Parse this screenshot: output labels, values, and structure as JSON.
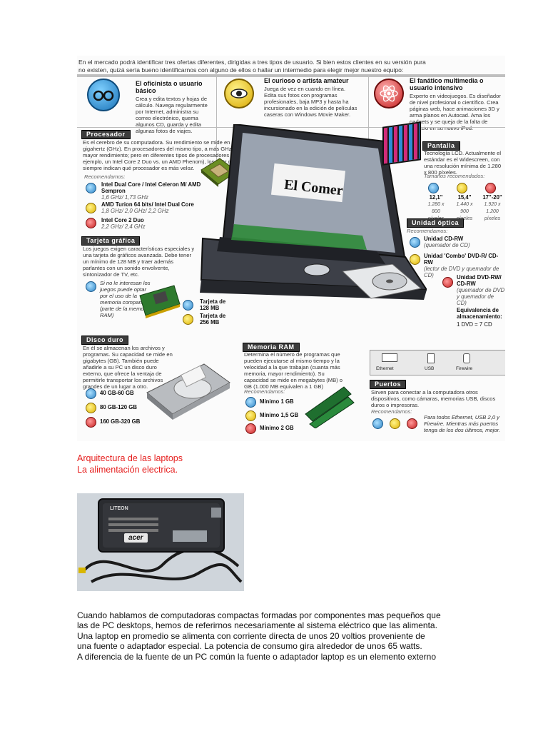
{
  "infographic": {
    "intro_lines": [
      "En el mercado podrá identificar tres ofertas diferentes, dirigidas a tres tipos de usuario. Si bien estos clientes en su versión pura",
      "no existen, quizá sería bueno identificarnos con alguno de ellos o hallar un intermedio para elegir mejor nuestro equipo:"
    ],
    "users": [
      {
        "title": "El oficinista o usuario básico",
        "desc": "Crea y edita textos y hojas de cálculo. Navega regularmente por Internet, administra su correo electrónico, quema algunos CD, guarda y edita algunas fotos de viajes."
      },
      {
        "title": "El curioso o artista amateur",
        "desc": "Juega de vez en cuando en línea. Edita sus fotos con programas profesionales, baja MP3 y hasta ha incursionado en la edición de películas caseras con Windows Movie Maker."
      },
      {
        "title": "El fanático multimedia o usuario intensivo",
        "desc": "Experto en videojuegos. Es diseñador de nivel profesional o científico. Crea páginas web, hace animaciones 3D y arma planos en Autocad. Ama los gadgets y se queja de la falta de espacio en su nuevo iPod."
      }
    ],
    "procesador": {
      "header": "Procesador",
      "text": "Es el cerebro de su computadora. Su rendimiento se mide en gigahertz (GHz). En procesadores del mismo tipo, a más GHz, mayor rendimiento; pero en diferentes tipos de procesadores (por ejemplo, un Intel Core 2 Duo vs. un AMD Phenom), los GHz no siempre indican qué procesador es más veloz.",
      "rec_label": "Recomendamos:",
      "options": [
        {
          "name": "Intel Dual Core / Intel Celeron M/ AMD Sempron",
          "spec": "1,6 GHz/ 1,73 GHz"
        },
        {
          "name": "AMD Turion 64 bits/ Intel Dual Core",
          "spec": "1,8 GHz/ 2,0 GHz/ 2,2 GHz"
        },
        {
          "name": "Intel Core 2 Duo",
          "spec": "2,2 GHz/ 2,4 GHz"
        }
      ]
    },
    "grafica": {
      "header": "Tarjeta gráfica",
      "text": "Los juegos exigen características especiales y una tarjeta de gráficos avanzada. Debe tener un mínimo de 128 MB y traer además parlantes con un sonido envolvente, sintonizador de TV, etc.",
      "note": "Si no le interesan los juegos puede optar por el uso de la memoria compartida (parte de la memoria RAM)",
      "options": [
        "Tarjeta de 128 MB",
        "Tarjeta de 256 MB"
      ]
    },
    "disco": {
      "header": "Disco duro",
      "text": "En él se almacenan los archivos y programas. Su capacidad se mide en gigabytes (GB). También puede añadirle a su PC un disco duro externo, que ofrece la ventaja de permitirle transportar los archivos grandes de un lugar a otro.",
      "options": [
        "40 GB-60 GB",
        "80 GB-120 GB",
        "160 GB-320 GB"
      ]
    },
    "memoria": {
      "header": "Memoria RAM",
      "text": "Determina el número de programas que pueden ejecutarse al mismo tiempo y la velocidad a la que trabajan (cuanta más memoria, mayor rendimiento). Su capacidad se mide en megabytes (MB) o GB (1.000 MB equivalen a 1 GB)",
      "rec_label": "Recomendamos:",
      "options": [
        "Mínimo 1 GB",
        "Mínimo 1,5 GB",
        "Mínimo 2 GB"
      ]
    },
    "pantalla": {
      "header": "Pantalla",
      "text": "Tecnología LCD. Actualmente el estándar es el Widescreen, con una resolución mínima de 1.280 x 800 píxeles.",
      "sizes_label": "Tamaños recomendados:",
      "sizes": [
        {
          "size": "12,1\"",
          "res": "1.280 x 800 píxeles"
        },
        {
          "size": "15,4\"",
          "res": "1.440 x 900 píxeles"
        },
        {
          "size": "17\"-20\"",
          "res": "1.920 x 1.200 píxeles"
        }
      ]
    },
    "optica": {
      "header": "Unidad óptica",
      "rec_label": "Recomendamos:",
      "options": [
        {
          "name": "Unidad CD-RW",
          "detail": "(quemador de CD)"
        },
        {
          "name": "Unidad 'Combo' DVD-R/ CD-RW",
          "detail": "(lector de DVD y quemador de CD)"
        },
        {
          "name": "Unidad DVD-RW/ CD-RW",
          "detail": "(quemador de DVD y quemador de CD)"
        }
      ],
      "equiv_label": "Equivalencia de almacenamiento:",
      "equiv_value": "1 DVD = 7 CD"
    },
    "puertos": {
      "header": "Puertos",
      "port_labels": [
        "Ethernet",
        "USB",
        "Firewire"
      ],
      "text": "Sirven para conectar a la computadora otros dispositivos, como cámaras, memorias USB, discos duros o impresoras.",
      "rec_label": "Recomendamos:",
      "note": "Para todos Ethernet, USB 2,0 y Firewire. Mientras más puertos tenga de los dos últimos, mejor."
    },
    "screen_logo": "El Comer"
  },
  "headings": [
    "Arquitectura de las laptops",
    "La alimentación electrica."
  ],
  "adapter": {
    "brand": "LITEON",
    "logo": "acer"
  },
  "body_lines": [
    "Cuando hablamos de computadoras compactas formadas por componentes mas pequeños que",
    "las de PC desktops, hemos de referirnos necesariamente al sistema eléctrico que las alimenta.",
    "Una laptop en promedio se alimenta con corriente directa de unos 20 voltios proveniente de",
    "una fuente o adaptador especial. La potencia de consumo gira alrededor de unos 65 watts.",
    "A diferencia de la fuente de un PC común la fuente o adaptador laptop es un elemento externo"
  ],
  "colors": {
    "heading_red": "#e6201f",
    "section_bar": "#3b3b3b",
    "level1": "#2b83c6",
    "level2": "#e0b300",
    "level3": "#c51e1e"
  },
  "icons": [
    "glasses-icon",
    "eye-icon",
    "atom-icon"
  ]
}
